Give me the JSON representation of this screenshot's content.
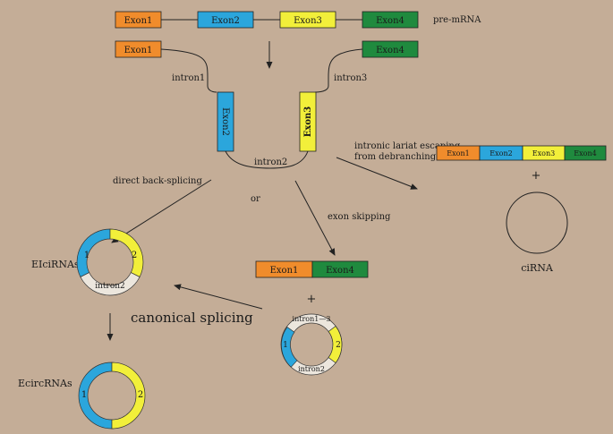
{
  "colors": {
    "background": "#c4ad97",
    "exon1": "#f08c2c",
    "exon2": "#2ba6dc",
    "exon3": "#f2ef3a",
    "exon4": "#1f8a3e",
    "intron_ring": "#ece6dd",
    "line": "#222222"
  },
  "pre_mrna": {
    "label": "pre-mRNA",
    "exons": [
      "Exon1",
      "Exon2",
      "Exon3",
      "Exon4"
    ]
  },
  "lariat": {
    "exon1": "Exon1",
    "exon4": "Exon4",
    "exon2": "Exon2",
    "exon3": "Exon3",
    "intron1": "intron1",
    "intron3": "intron3",
    "intron2": "intron2"
  },
  "paths": {
    "or": "or",
    "direct": "direct back-splicing",
    "skipping": "exon skipping",
    "intronic_line1": "intronic lariat escaping",
    "intronic_line2": "from debranching",
    "canonical": "canonical splicing",
    "plus": "+"
  },
  "ciRNA": {
    "exons": [
      "Exon1",
      "Exon2",
      "Exon3",
      "Exon4"
    ],
    "label": "ciRNA"
  },
  "skipped": {
    "exons": [
      "Exon1",
      "Exon4"
    ],
    "ring_top": "intron1—3",
    "ring_bottom": "intron2",
    "seg1": "1",
    "seg2": "2"
  },
  "EIciRNAs": {
    "label": "EIciRNAs",
    "seg1": "1",
    "seg2": "2",
    "intron": "intron2"
  },
  "EcircRNAs": {
    "label": "EcircRNAs",
    "seg1": "1",
    "seg2": "2"
  }
}
